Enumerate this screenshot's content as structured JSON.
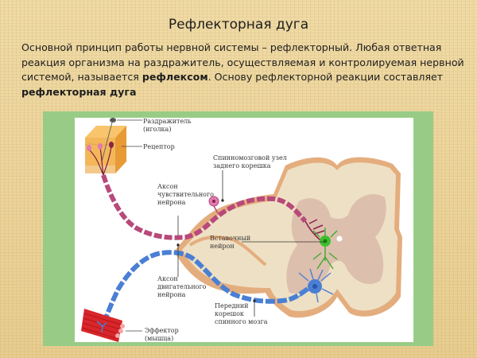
{
  "slide": {
    "title": "Рефлекторная дуга",
    "intro": {
      "part1": "Основной принцип работы нервной системы – рефлекторный. Любая ответная реакция организма на раздражитель, осуществляемая и контролируемая нервной системой, называется ",
      "bold1": "рефлексом",
      "part2": ". Основу рефлекторной реакции составляет ",
      "bold2": "рефлекторная дуга"
    }
  },
  "diagram": {
    "labels": {
      "stimulus": "Раздражитель",
      "stimulus_sub": "(иголка)",
      "receptor": "Рецептор",
      "ganglion": "Спинномозговой узел",
      "ganglion_sub": "заднего корешка",
      "sensory_axon_1": "Аксон",
      "sensory_axon_2": "чувствительного",
      "sensory_axon_3": "нейрона",
      "interneuron_1": "Вставочный",
      "interneuron_2": "нейрон",
      "motor_axon_1": "Аксон",
      "motor_axon_2": "двигательного",
      "motor_axon_3": "нейрона",
      "root_1": "Передний",
      "root_2": "корешок",
      "root_3": "спинного мозга",
      "effector": "Эффектор",
      "effector_sub": "(мышца)"
    },
    "colors": {
      "frame": "#98cc86",
      "sensory": "#b8497a",
      "motor": "#4a7fd4",
      "interneuron": "#3faa2e",
      "cord_white": "#eee0c4",
      "cord_grey": "#ddbfae",
      "cord_edge": "#e4ad7e",
      "skin": "#f3b75a",
      "muscle": "#d8262a"
    }
  }
}
